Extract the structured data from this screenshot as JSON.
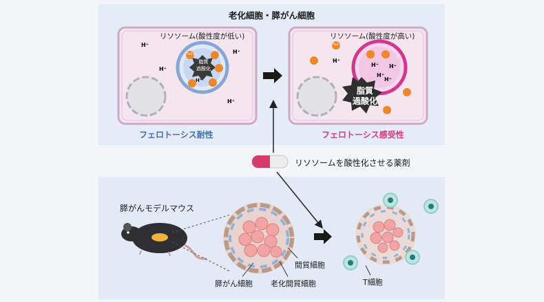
{
  "title": "老化細胞・膵がん細胞",
  "lysosome_low_label": "リソソーム(酸性度が低い)",
  "lysosome_high_label": "リソソーム(酸性度が高い)",
  "ferroptosis_resistant": "フェロトーシス耐性",
  "ferroptosis_susceptible": "フェロトーシス感受性",
  "lipid_peroxidation": "脂質\n過酸化",
  "lipid_line1": "脂質",
  "lipid_line2": "過酸化",
  "drug_label": "リソソームを酸性化させる薬剤",
  "mouse_label": "膵がんモデルマウス",
  "cancer_cell_label": "膵がん細胞",
  "stromal_cell_label": "間質細胞",
  "senescent_stromal_label": "老化間質細胞",
  "t_cell_label": "T細胞",
  "proton_label": "H+",
  "iron_label": "Fe2+",
  "colors": {
    "top_panel": "#e5ecf7",
    "cell_fill": "#f4e6ef",
    "resistant": "#3d6fb4",
    "susceptible": "#d63b7d",
    "iron": "#f0862a",
    "t_cell": "#2aa198"
  }
}
